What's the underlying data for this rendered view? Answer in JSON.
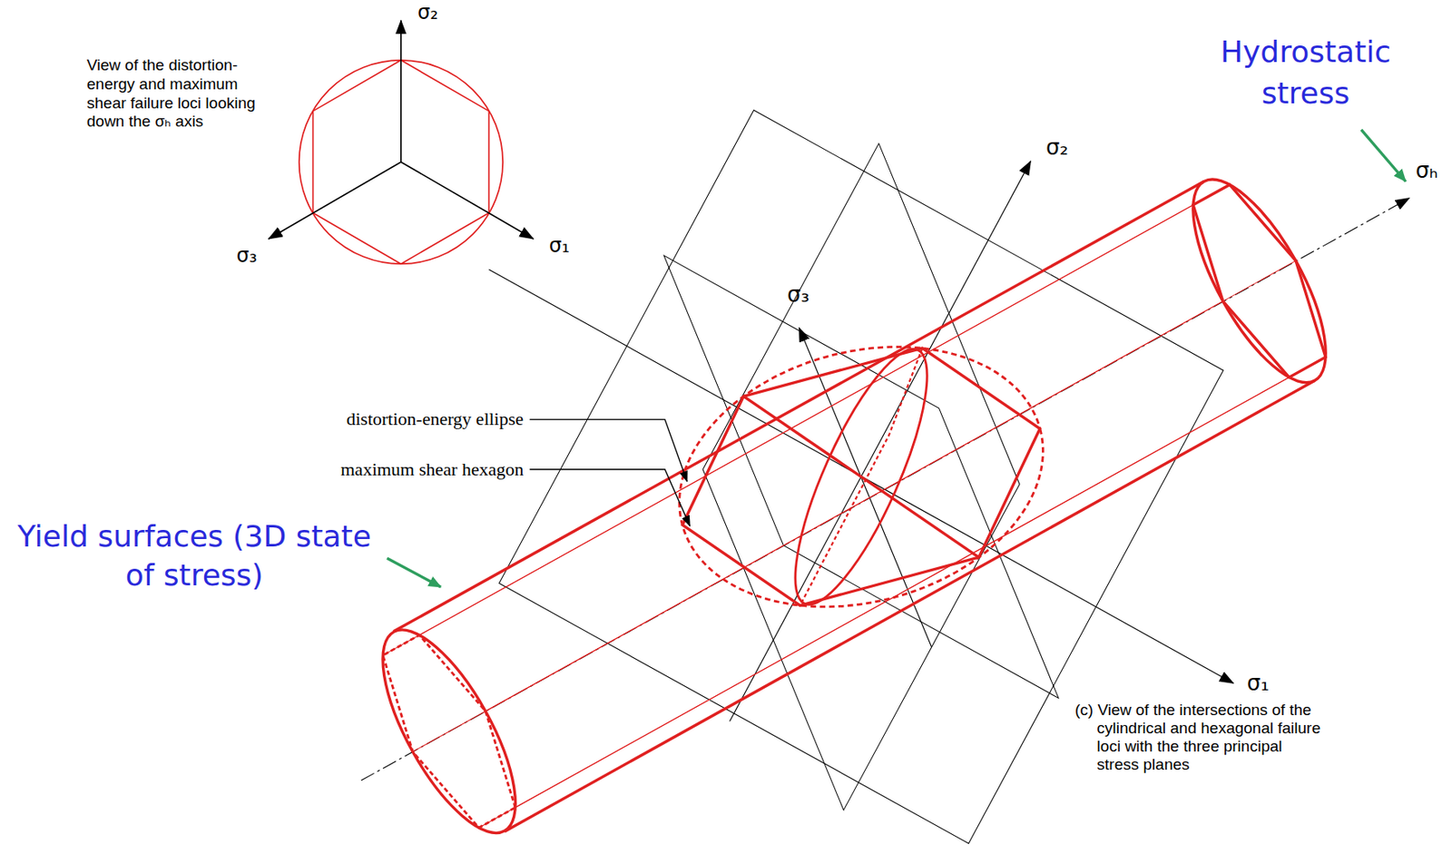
{
  "diagram": {
    "caption": "(c) View of the intersections of the cylindrical and hexagonal failure loci with the three principal stress planes",
    "labels": [
      "View of the distortion-energy and maximum shear failure loci looking down the σₕ axis",
      "σ₂",
      "σ₃",
      "σ₁",
      "Hydrostatic stress",
      "σ₂",
      "σₕ",
      "σ₃",
      "σ₁",
      "distortion-energy ellipse",
      "maximum shear hexagon",
      "Yield surfaces (3D state of stress)"
    ]
  }
}
